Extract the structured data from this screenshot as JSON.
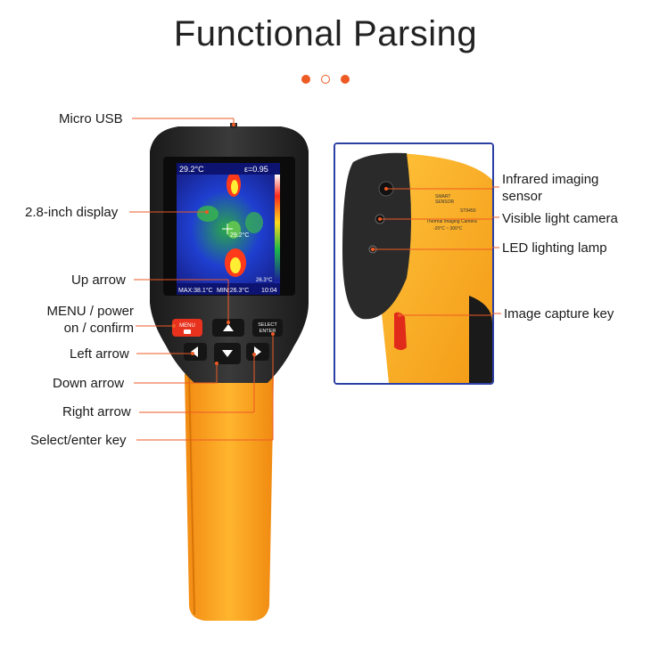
{
  "title": "Functional Parsing",
  "accent_color": "#ee5a24",
  "labels": {
    "micro_usb": "Micro USB",
    "display": "2.8-inch display",
    "up_arrow": "Up arrow",
    "menu_line1": "MENU / power",
    "menu_line2": "on / confirm",
    "left_arrow": "Left arrow",
    "down_arrow": "Down arrow",
    "right_arrow": "Right arrow",
    "select_enter": "Select/enter key",
    "ir_line1": "Infrared imaging",
    "ir_line2": "sensor",
    "visible_camera": "Visible light camera",
    "led_lamp": "LED lighting lamp",
    "capture_key": "Image capture key"
  },
  "screen": {
    "temp_top": "29.2°C",
    "emissivity": "ε=0.95",
    "center_temp": "29.2°C",
    "max": "MAX:38.1°C",
    "min": "MIN:26.3°C",
    "min_right": "26.3°C",
    "time": "10:04"
  },
  "buttons": {
    "menu": "MENU",
    "select_line1": "SELECT",
    "select_line2": "ENTER"
  },
  "device_text": {
    "brand_line1": "SMART",
    "brand_line2": "SENSOR",
    "model": "ST9450",
    "product": "Thermal Imaging Camera",
    "range": "-20°C ~ 300°C"
  }
}
